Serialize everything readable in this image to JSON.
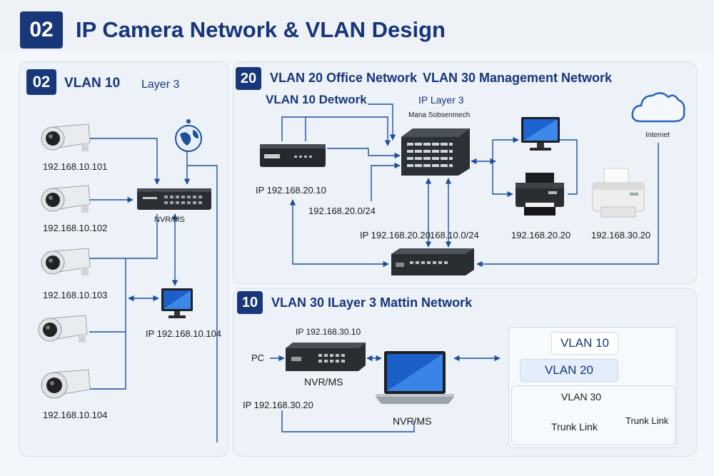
{
  "header": {
    "badge": "02",
    "title": "IP Camera Network & VLAN Design"
  },
  "left_panel": {
    "badge": "02",
    "title": "VLAN 10",
    "subtitle": "Layer 3",
    "cameras": [
      "192.168.10.101",
      "192.168.10.102",
      "192.168.10.103",
      "192.168.10.104"
    ],
    "nvr_label": "NVR/MS",
    "monitor_ip": "IP 192.168.10.104"
  },
  "top_right": {
    "badge": "20",
    "title_a": "VLAN 20 Office Network",
    "title_b": "VLAN 30 Management Network",
    "sub_title": "VLAN 10 Detwork",
    "core_label": "IP Layer 3",
    "core_sublabel": "Mana Sobsenmech",
    "switch_ip": "IP 192.168.20.10",
    "subnet": "192.168.20.0/24",
    "ip_a": "IP 192.168.20.20",
    "ip_b": "168.10.0/24",
    "internet": "Internet",
    "printer1_ip": "192.168.20.20",
    "printer2_ip": "192.168.30.20"
  },
  "bottom_right": {
    "badge": "10",
    "title": "VLAN 30  ILayer 3 Mattin Network",
    "nvr_ip": "IP 192.168.30.10",
    "pc": "PC",
    "nvr_label": "NVR/MS",
    "pc_ip": "IP 192.168.30.20",
    "laptop_label": "NVR/MS",
    "legend": {
      "vlan10": "VLAN 10",
      "vlan20": "VLAN 20",
      "vlan30": "VLAN 30",
      "trunk_a": "Trunk Link",
      "trunk_b": "Trunk Link"
    }
  }
}
